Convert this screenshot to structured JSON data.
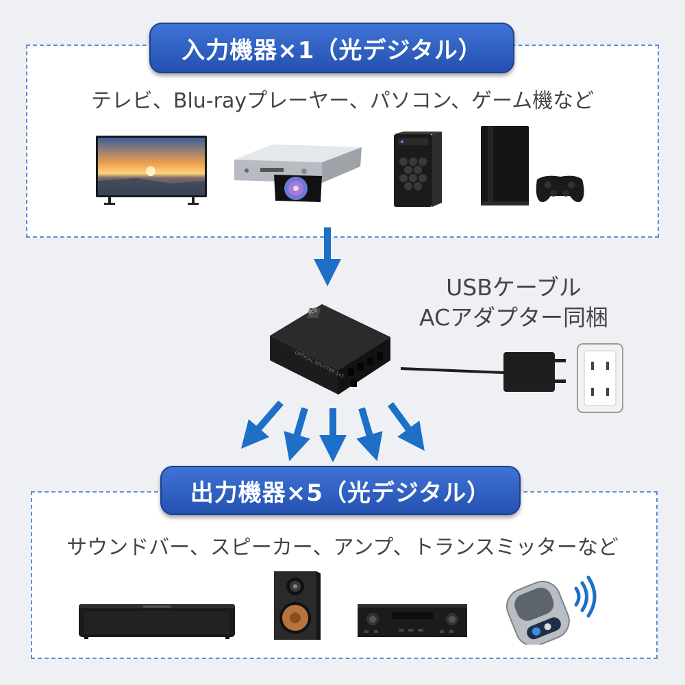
{
  "input": {
    "title": "入力機器×1（光デジタル）",
    "devices_text": "テレビ、Blu-rayプレーヤー、パソコン、ゲーム機など",
    "devices": [
      "tv-icon",
      "bluray-player-icon",
      "pc-tower-icon",
      "game-console-icon"
    ]
  },
  "splitter": {
    "label": "OPTICAL SPLITTER 1x5",
    "logo": "RS"
  },
  "power": {
    "line1": "USBケーブル",
    "line2": "ACアダプター同梱"
  },
  "output": {
    "title": "出力機器×5（光デジタル）",
    "devices_text": "サウンドバー、スピーカー、アンプ、トランスミッターなど",
    "devices": [
      "soundbar-icon",
      "speaker-icon",
      "amplifier-icon",
      "transmitter-icon"
    ]
  },
  "colors": {
    "accent": "#2b5cc4",
    "arrow": "#1e6fc7",
    "panel_border": "#5b8fd6",
    "background": "#eef0f4"
  }
}
